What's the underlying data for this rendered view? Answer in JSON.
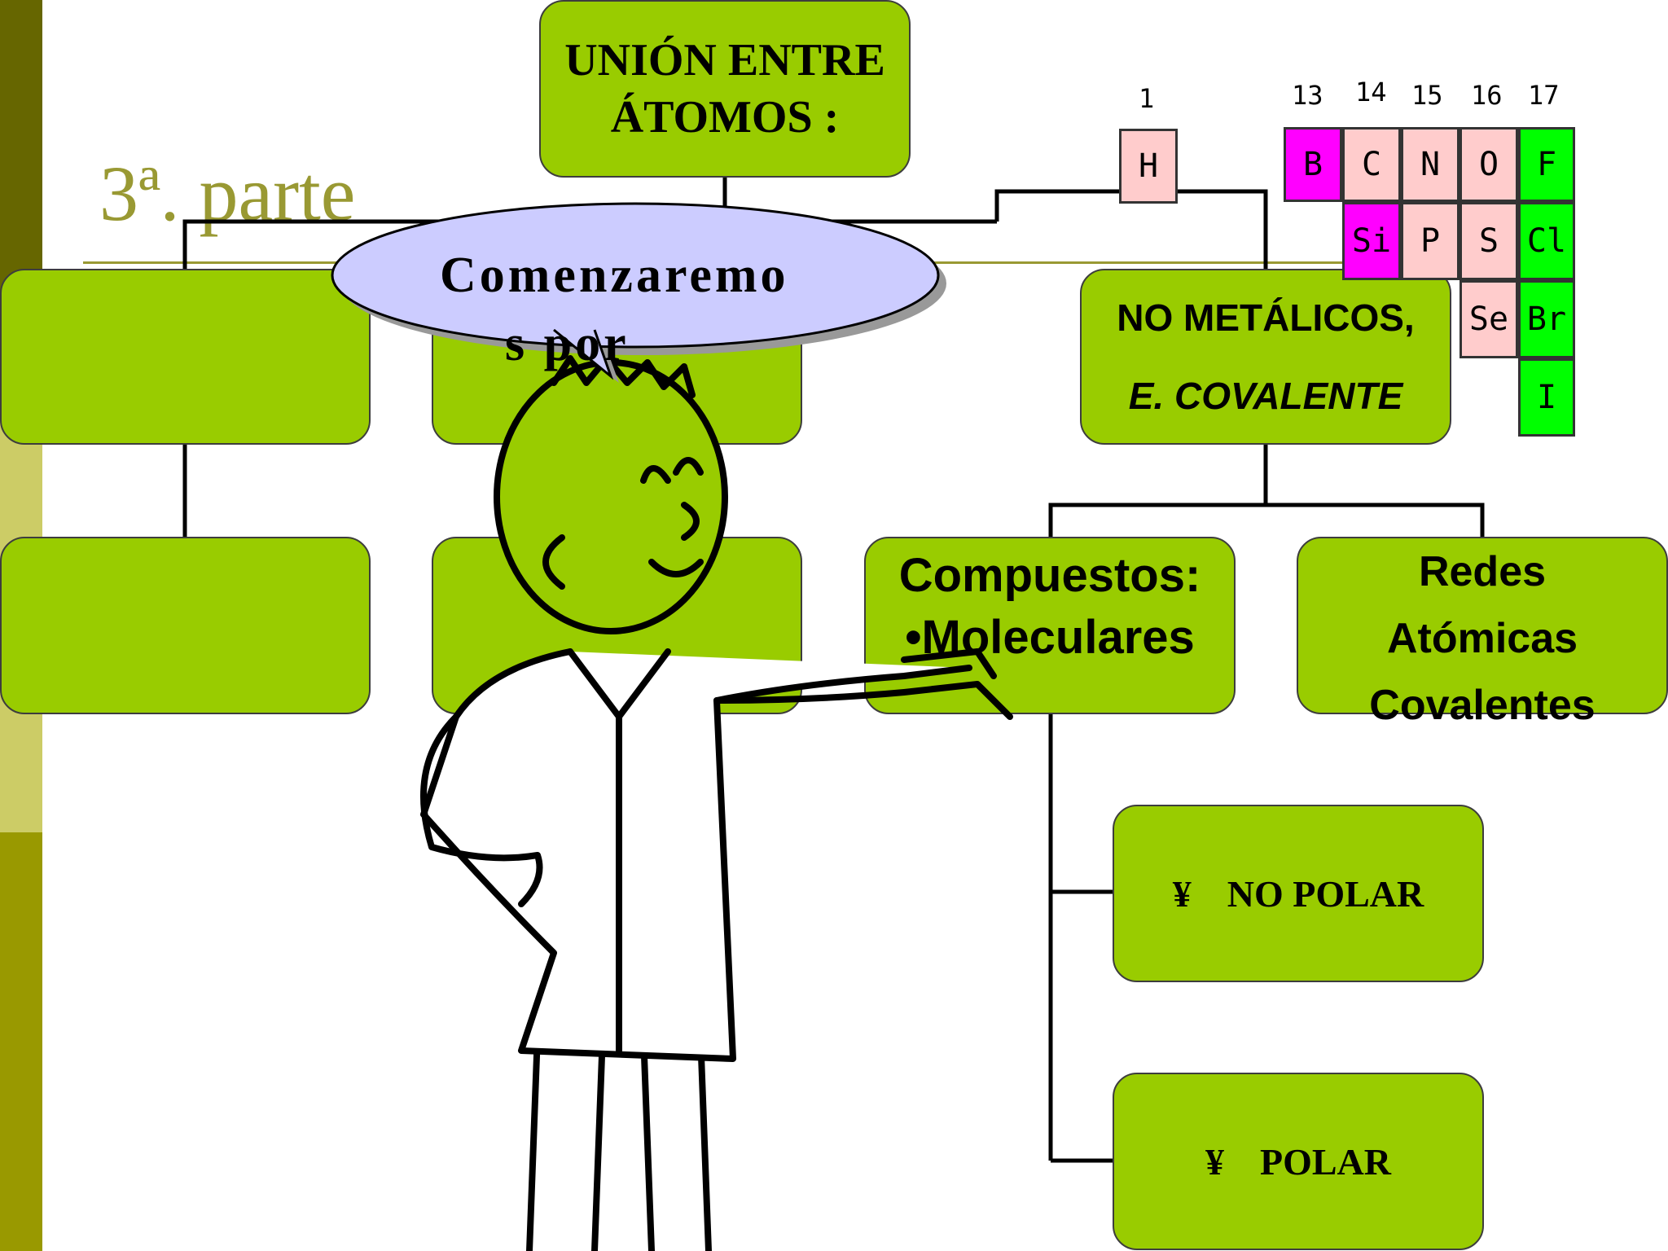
{
  "slide": {
    "subtitle": "3ª. parte",
    "stripe_colors": [
      "#666600",
      "#cccc66",
      "#999900"
    ],
    "box_color": "#99cc00",
    "accent_color": "#999933"
  },
  "diagram": {
    "root": {
      "line1": "UNIÓN ENTRE",
      "line2": "ÁTOMOS :"
    },
    "no_metalicos": {
      "line1": "NO METÁLICOS,",
      "line2": "E. COVALENTE"
    },
    "compuestos": {
      "line1": "Compuestos:",
      "line2": "•Moleculares"
    },
    "redes": {
      "line1": "Redes",
      "line2": "Atómicas",
      "line3": "Covalentes"
    },
    "no_polar": {
      "bullet": "¥",
      "label": "NO POLAR"
    },
    "polar": {
      "bullet": "¥",
      "label": "POLAR"
    }
  },
  "speech_bubble": {
    "line1": "Comenzaremo",
    "line2": "s por"
  },
  "periodic_table": {
    "groups": [
      "1",
      "13",
      "14",
      "15",
      "16",
      "17"
    ],
    "elements": {
      "H": "H",
      "B": "B",
      "C": "C",
      "N": "N",
      "O": "O",
      "F": "F",
      "Si": "Si",
      "P": "P",
      "S": "S",
      "Cl": "Cl",
      "Se": "Se",
      "Br": "Br",
      "I": "I"
    },
    "colors": {
      "nonmetal": "#ffcccc",
      "metalloid": "#ff00ff",
      "halogen": "#00ff00"
    }
  },
  "illustration": {
    "icon": "scientist-icon"
  }
}
